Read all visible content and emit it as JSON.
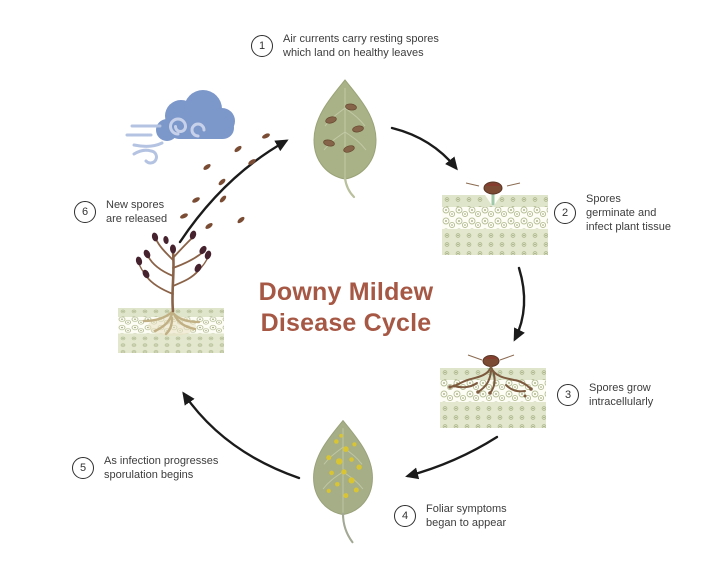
{
  "title": {
    "line1": "Downy Mildew",
    "line2": "Disease Cycle"
  },
  "steps": [
    {
      "number": "1",
      "label": "Air currents carry resting spores\nwhich land on healthy leaves"
    },
    {
      "number": "2",
      "label": "Spores\ngerminate and\ninfect plant tissue"
    },
    {
      "number": "3",
      "label": "Spores grow\nintracellularly"
    },
    {
      "number": "4",
      "label": "Foliar symptoms\nbegan to appear"
    },
    {
      "number": "5",
      "label": "As infection progresses\nsporulation begins"
    },
    {
      "number": "6",
      "label": "New spores\nare released"
    }
  ],
  "colors": {
    "title_text": "#a65845",
    "body_text": "#3d3d3d",
    "leaf_green": "#a9b286",
    "infected_leaf_green": "#a6ae88",
    "spore_brown": "#7a4c34",
    "tissue_band_green": "#dfe5cb",
    "cell_outline": "#b7bf97",
    "cloud_blue": "#7c97ca",
    "wind_swirl_blue": "#b5c3e2",
    "chlorotic_spot_yellow": "#dcc62e",
    "sporangia_dark": "#45222e",
    "arrow_black": "#1b1b1b"
  },
  "icons": [
    "healthy-leaf-icon",
    "wind-cloud-icon",
    "flying-spores-icon",
    "tissue-germination-icon",
    "tissue-intracellular-icon",
    "infected-leaf-icon",
    "sporangiophore-icon"
  ]
}
